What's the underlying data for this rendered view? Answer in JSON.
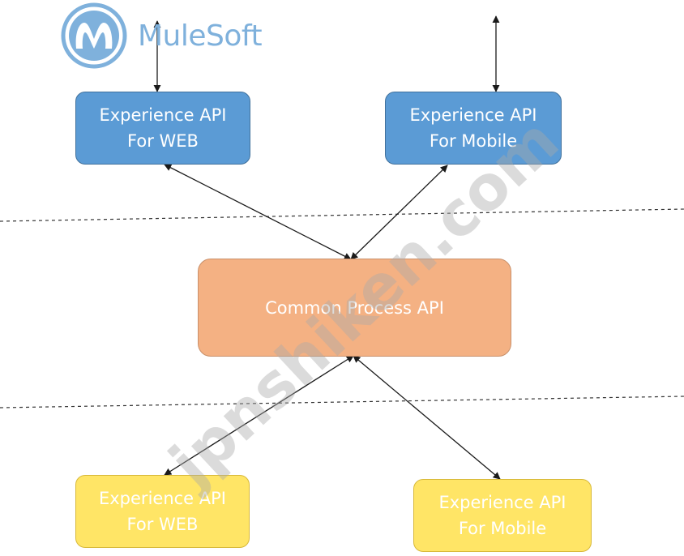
{
  "logo": {
    "brand": "MuleSoft",
    "icon": "mulesoft-logo-icon",
    "color": "#7fb1dc"
  },
  "experience_layer": {
    "web": {
      "line1": "Experience API",
      "line2": "For WEB"
    },
    "mobile": {
      "line1": "Experience API",
      "line2": "For Mobile"
    },
    "color": "#5b9bd5"
  },
  "process_layer": {
    "label": "Common Process API",
    "color": "#f4b183"
  },
  "system_layer": {
    "web": {
      "line1": "Experience API",
      "line2": "For WEB"
    },
    "mobile": {
      "line1": "Experience API",
      "line2": "For Mobile"
    },
    "color": "#ffe566"
  },
  "watermark": "jpnshiken.com"
}
